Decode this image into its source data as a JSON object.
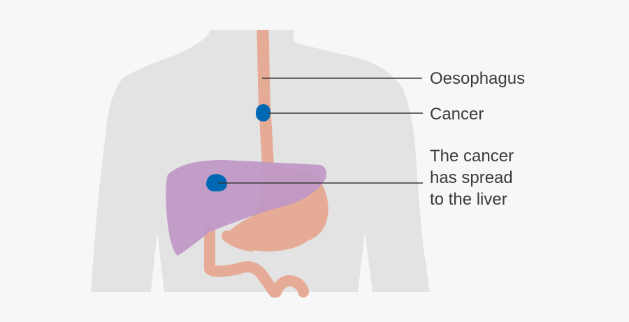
{
  "labels": {
    "oesophagus": "Oesophagus",
    "cancer": "Cancer",
    "spread_line1": "The cancer",
    "spread_line2": "has spread",
    "spread_line3": "to the liver"
  },
  "colors": {
    "background": "#f7f7f7",
    "body": "#e3e3e3",
    "digestive_tract": "#e6ab96",
    "liver": "#bf97c6",
    "cancer": "#0069b4",
    "leader_line": "#3a3a3a"
  }
}
